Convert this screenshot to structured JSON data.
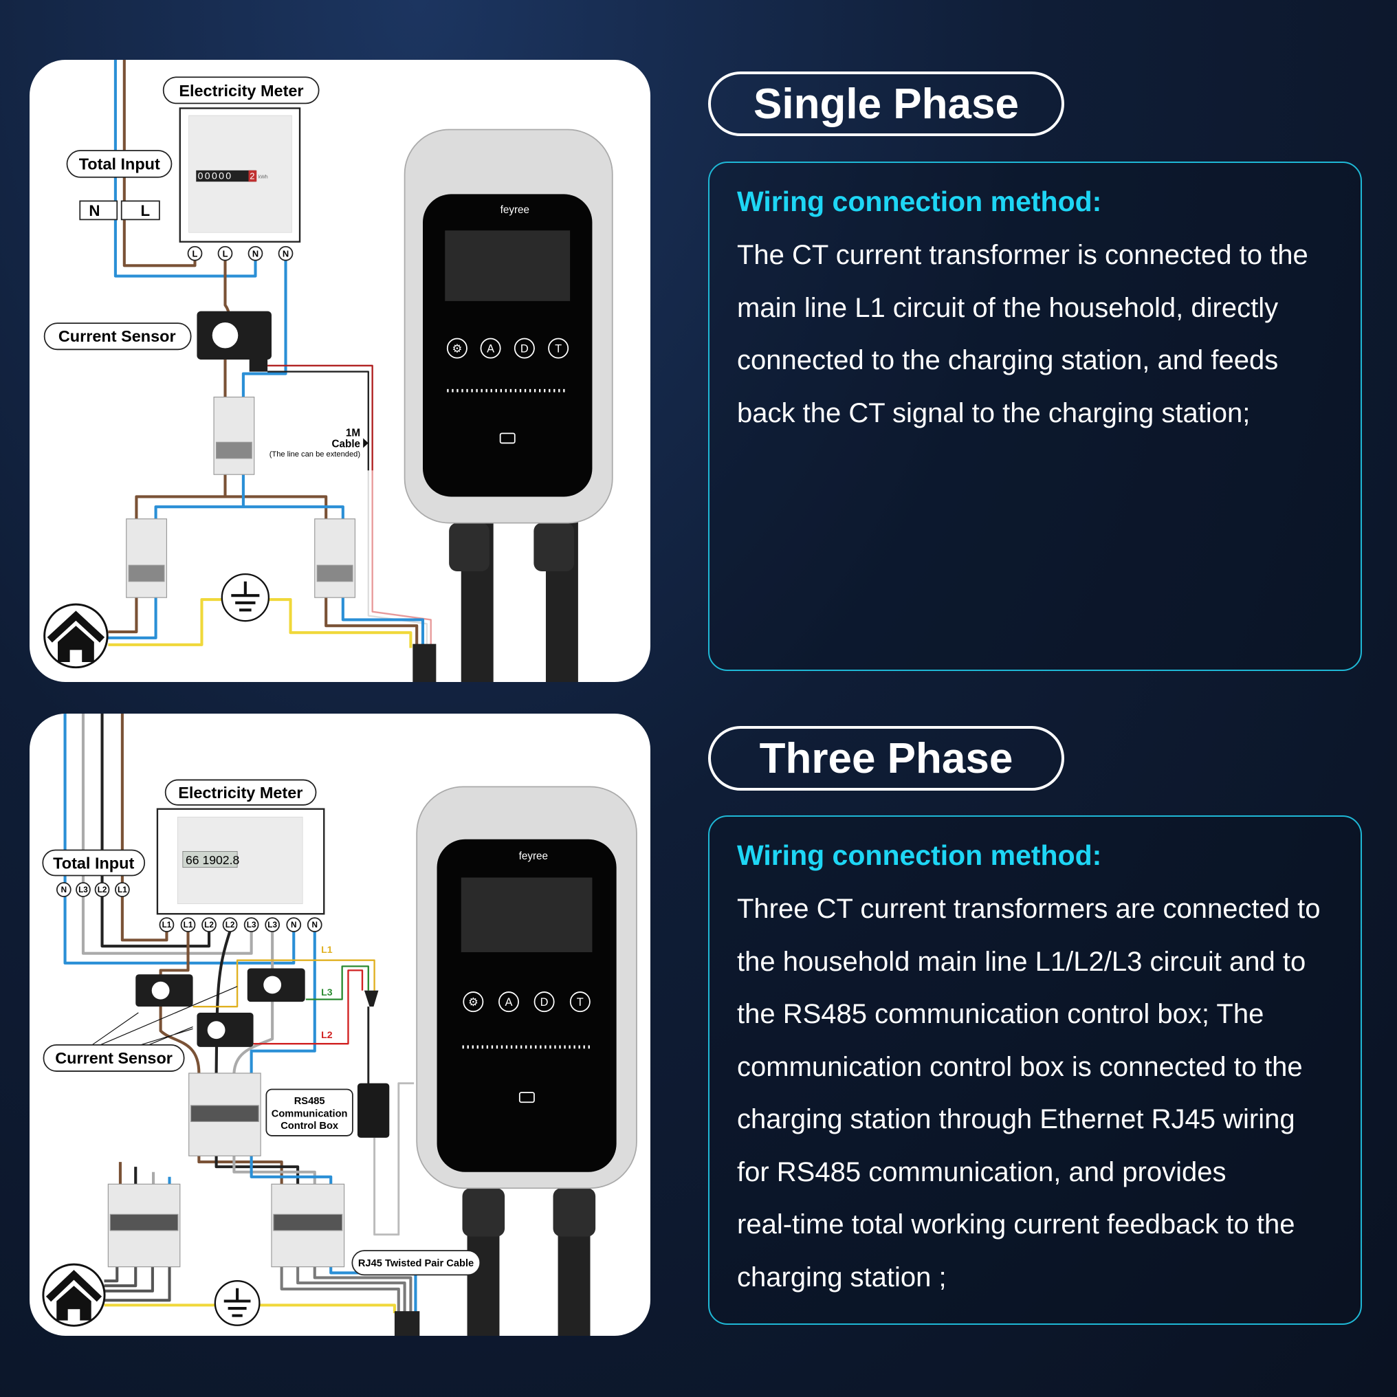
{
  "single_phase": {
    "title": "Single Phase",
    "heading": "Wiring connection method:",
    "lines": [
      "The CT current transformer is connected to the",
      "main line L1 circuit of the household, directly",
      "connected to the charging station, and feeds",
      "back the CT signal to the charging station;"
    ],
    "diagram": {
      "meter_label": "Electricity Meter",
      "total_input_label": "Total Input",
      "input_terminals": [
        "N",
        "L"
      ],
      "meter_terminals": [
        "L",
        "L",
        "N",
        "N"
      ],
      "current_sensor_label": "Current Sensor",
      "cable_label_1": "1M",
      "cable_label_2": "Cable",
      "cable_note": "(The line can be extended)",
      "meter_reading": "00000",
      "meter_reading_last": "2",
      "meter_unit": "kWh",
      "brand": "feyree",
      "buttons": [
        "⚙",
        "A",
        "D",
        "T"
      ]
    }
  },
  "three_phase": {
    "title": "Three Phase",
    "heading": "Wiring connection method:",
    "lines": [
      "Three CT current transformers are connected to",
      "the household main line L1/L2/L3 circuit and to",
      "the RS485 communication control box; The",
      "communication control box is connected to the",
      "charging station through Ethernet RJ45 wiring",
      "for RS485 communication, and provides",
      "real-time total working current feedback to the",
      "charging station ;"
    ],
    "diagram": {
      "meter_label": "Electricity Meter",
      "total_input_label": "Total Input",
      "input_terminals": [
        "N",
        "L3",
        "L2",
        "L1"
      ],
      "meter_terminals": [
        "L1",
        "L1",
        "L2",
        "L2",
        "L3",
        "L3",
        "N",
        "N"
      ],
      "current_sensor_label": "Current Sensor",
      "ct_labels": [
        "L1",
        "L3",
        "L2"
      ],
      "rs485_label": [
        "RS485",
        "Communication",
        "Control Box"
      ],
      "rj45_label": "RJ45 Twisted Pair Cable",
      "meter_reading": "66 1902.8",
      "brand": "feyree",
      "buttons": [
        "⚙",
        "A",
        "D",
        "T"
      ]
    }
  },
  "colors": {
    "accent": "#1ed6f5",
    "border": "#1fb8d6",
    "brown": "#7a5236",
    "blue": "#2a8fd6",
    "yellow": "#f0d83a"
  }
}
